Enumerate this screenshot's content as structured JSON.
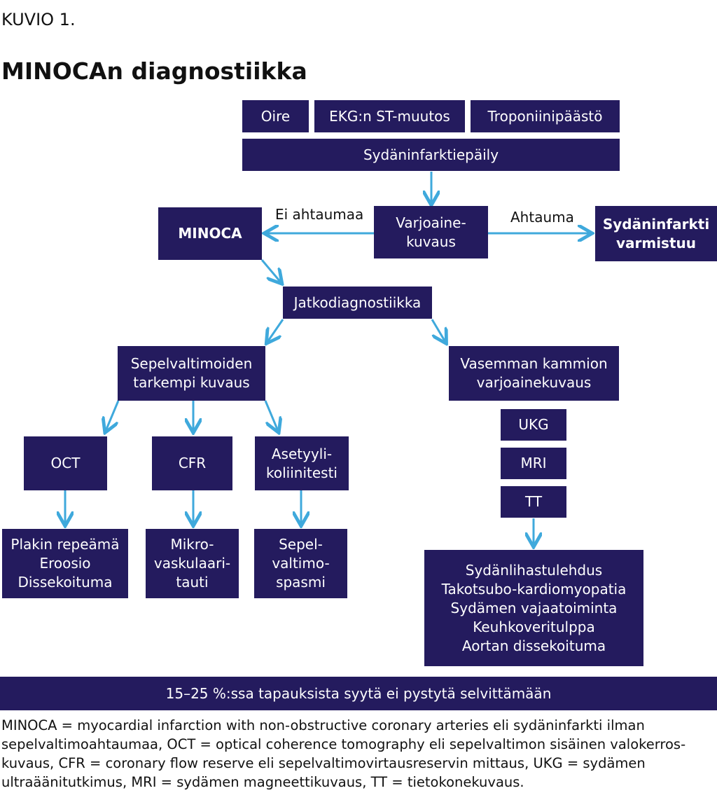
{
  "figure_label": "KUVIO 1.",
  "title": "MINOCAn diagnostiikka",
  "nodes": {
    "oire": "Oire",
    "ekg": "EKG:n ST-muutos",
    "troponiini": "Troponiinipäästö",
    "epaily": "Sydäninfarktiepäily",
    "minoca": "MINOCA",
    "varjoaine": "Varjoaine-\nkuvaus",
    "varmistuu": "Sydäninfarkti\nvarmistuu",
    "jatko": "Jatkodiagnostiikka",
    "sepel": "Sepelvaltimoiden\ntarkempi kuvaus",
    "vasen": "Vasemman kammion\nvarjoainekuvaus",
    "oct": "OCT",
    "cfr": "CFR",
    "asetyyli": "Asetyyli-\nkoliinitesti",
    "ukg": "UKG",
    "mri": "MRI",
    "tt": "TT",
    "plakki": "Plakin repeämä\nEroosio\nDissekoituma",
    "mikro": "Mikro-\nvaskulaari-\ntauti",
    "spasmi": "Sepel-\nvaltimo-\nspasmi",
    "sydan": "Sydänlihastulehdus\nTakotsubo-kardiomyopatia\nSydämen vajaatoiminta\nKeuhkoveritulppa\nAortan dissekoituma"
  },
  "edge_labels": {
    "ei_ahtaumaa": "Ei ahtaumaa",
    "ahtauma": "Ahtauma"
  },
  "banner": "15–25 %:ssa tapauksista syytä ei pystytä selvittämään",
  "footnote": "MINOCA = myocardial infarction with non-obstructive coronary arteries eli sydäninfarkti ilman sepelvaltimoahtaumaa, OCT = optical coherence tomography eli sepelvaltimon sisäinen valokerros-kuvaus, CFR = coronary flow reserve eli sepelvaltimovirtausreservin mittaus, UKG = sydämen ultraäänitutkimus, MRI = sydämen magneettikuvaus, TT = tietokonekuvaus.",
  "colors": {
    "box": "#241b5e",
    "arrow": "#3fa9dc"
  }
}
